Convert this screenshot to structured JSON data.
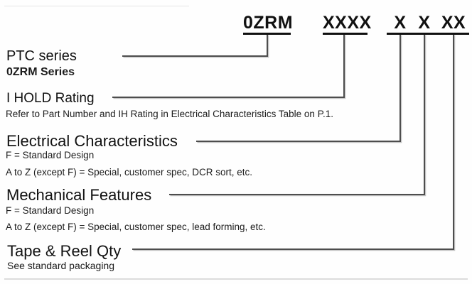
{
  "part_code": {
    "prefix": "0ZRM",
    "hold_rating": "XXXX",
    "electrical": "X",
    "mechanical": "X",
    "tape_reel": "XX"
  },
  "sections": {
    "ptc": {
      "heading": "PTC series",
      "subtitle": "0ZRM Series"
    },
    "ihold": {
      "heading": "I HOLD Rating",
      "note": "Refer to Part Number and IH Rating in Electrical Characteristics Table on P.1."
    },
    "electrical": {
      "heading": "Electrical Characteristics",
      "line1": "F = Standard Design",
      "line2": "A to Z (except F) = Special, customer spec, DCR sort, etc."
    },
    "mechanical": {
      "heading": "Mechanical Features",
      "line1": "F = Standard Design",
      "line2": "A to Z (except F) = Special, customer spec, lead forming, etc."
    },
    "tape": {
      "heading": "Tape & Reel Qty",
      "note": "See standard packaging"
    }
  },
  "colors": {
    "text": "#161616",
    "connector_line": "#4d4d4d",
    "connector_shadow": "#c2c2c2",
    "code_underline": "#101010",
    "background": "#fefefe"
  }
}
